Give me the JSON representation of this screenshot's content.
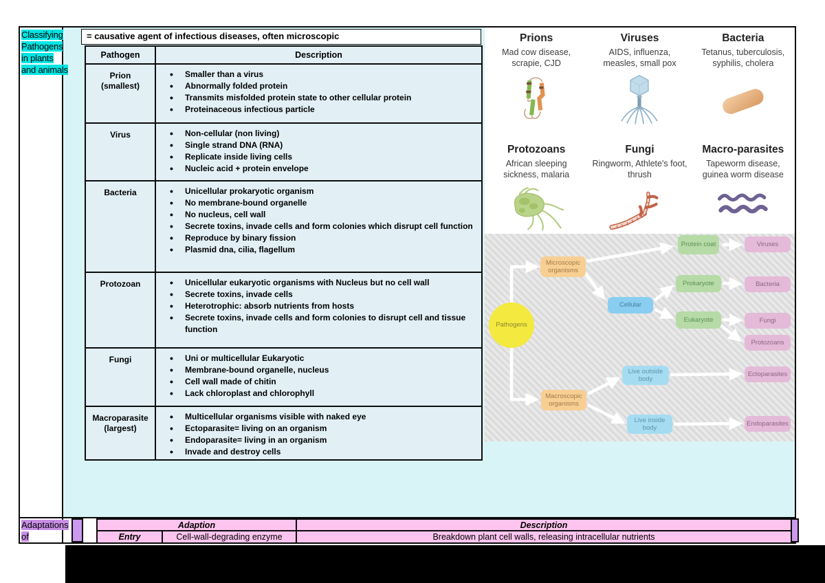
{
  "sidebar": {
    "title": "Classifying Pathogens in plants and animals",
    "bottom_label": "Adaptations of"
  },
  "pathogen_table": {
    "caption": "= causative agent of infectious diseases, often microscopic",
    "col_pathogen": "Pathogen",
    "col_description": "Description",
    "rows": [
      {
        "name": "Prion",
        "qualifier": "(smallest)",
        "bullets": [
          "Smaller than a virus",
          "Abnormally folded protein",
          "Transmits misfolded protein state to other cellular protein",
          "Proteinaceous infectious particle"
        ]
      },
      {
        "name": "Virus",
        "qualifier": "",
        "bullets": [
          "Non-cellular (non living)",
          "Single strand DNA (RNA)",
          "Replicate inside living cells",
          "Nucleic acid + protein envelope"
        ]
      },
      {
        "name": "Bacteria",
        "qualifier": "",
        "bullets": [
          "Unicellular prokaryotic organism",
          "No membrane-bound organelle",
          "No nucleus, cell wall",
          "Secrete toxins, invade cells and form colonies which disrupt cell function",
          "Reproduce by binary fission",
          "Plasmid dna, cilia, flagellum"
        ]
      },
      {
        "name": "Protozoan",
        "qualifier": "",
        "bullets": [
          "Unicellular eukaryotic organisms with Nucleus but no cell wall",
          "Secrete toxins, invade cells",
          "Heterotrophic: absorb nutrients from hosts",
          "Secrete toxins, invade cells and form colonies to disrupt cell and tissue function"
        ]
      },
      {
        "name": "Fungi",
        "qualifier": "",
        "bullets": [
          "Uni or multicellular Eukaryotic",
          "Membrane-bound organelle, nucleus",
          "Cell wall made of chitin",
          "Lack chloroplast and chlorophyll"
        ]
      },
      {
        "name": "Macroparasite",
        "qualifier": "(largest)",
        "bullets": [
          "Multicellular organisms visible with naked eye",
          "Ectoparasite= living on an organism",
          "Endoparasite= living in an organism",
          "Invade and destroy cells"
        ]
      }
    ]
  },
  "pathogen_cards": [
    {
      "title": "Prions",
      "examples": "Mad cow disease, scrapie, CJD",
      "icon": "prion-protein-icon"
    },
    {
      "title": "Viruses",
      "examples": "AIDS, influenza, measles, small pox",
      "icon": "bacteriophage-icon"
    },
    {
      "title": "Bacteria",
      "examples": "Tetanus, tuberculosis, syphilis, cholera",
      "icon": "bacterium-capsule-icon"
    },
    {
      "title": "Protozoans",
      "examples": "African sleeping sickness, malaria",
      "icon": "protozoan-cell-icon"
    },
    {
      "title": "Fungi",
      "examples": "Ringworm, Athlete's foot, thrush",
      "icon": "fungal-hyphae-icon"
    },
    {
      "title": "Macro-parasites",
      "examples": "Tapeworm disease, guinea worm disease",
      "icon": "parasitic-worms-icon"
    }
  ],
  "flowchart": {
    "nodes": {
      "pathogens": "Pathogens",
      "microscopic_organisms": "Microscopic organisms",
      "macroscopic_organisms": "Macroscopic organisms",
      "cellular": "Cellular",
      "protein_coat": "Protein coat",
      "prokaryote": "Prokaryote",
      "eukaryote": "Eukaryote",
      "viruses": "Viruses",
      "bacteria": "Bacteria",
      "fungi": "Fungi",
      "protozoans": "Protozoans",
      "live_outside_body": "Live outside body",
      "live_inside_body": "Live inside body",
      "ectoparasites": "Ectoparasites",
      "endoparasites": "Endoparasites"
    }
  },
  "adaptations_table": {
    "header_adaption": "Adaption",
    "header_description": "Description",
    "row_category": "Entry",
    "row_adaption": "Cell-wall-degrading enzyme",
    "row_description": "Breakdown plant cell walls, releasing intracellular nutrients"
  },
  "colors": {
    "highlight_cyan": "#00e4e4",
    "highlight_purple": "#c98fe6",
    "purple_strip": "#cc99f0",
    "table_cell_blue": "#e2f0f6",
    "page_cyan": "#d9f4f6",
    "pink_cell": "#fcc4ee",
    "node_yellow": "#f4e93e",
    "node_orange": "#f8cf93",
    "node_blue": "#89cef1",
    "node_green": "#b6dba6",
    "node_pink": "#e4bad8"
  }
}
